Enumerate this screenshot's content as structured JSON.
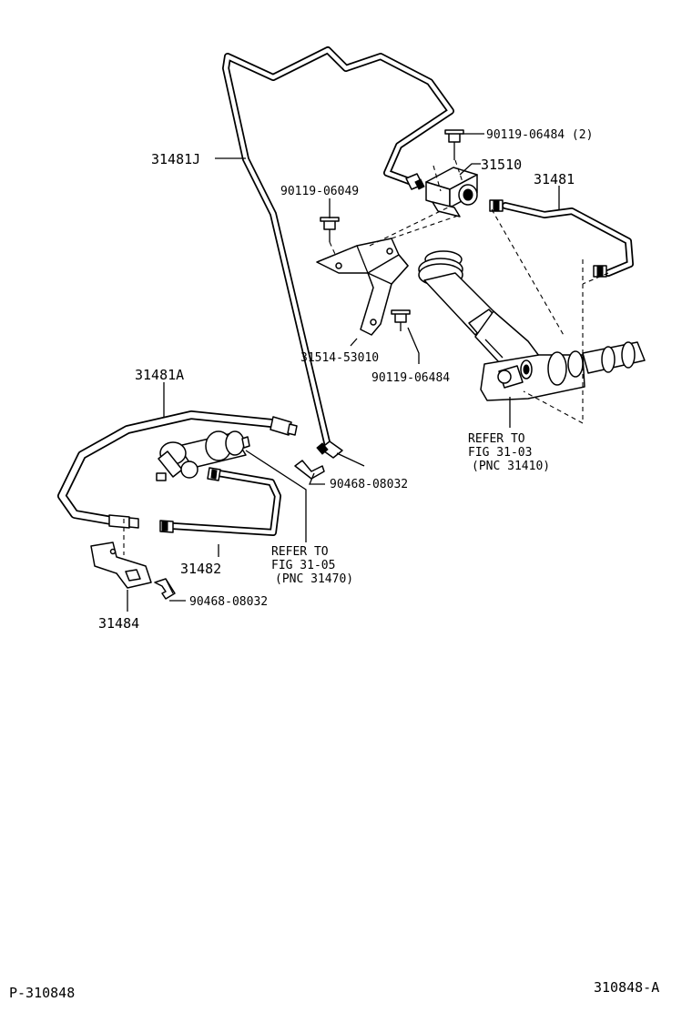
{
  "diagram": {
    "footer_left": "P-310848",
    "footer_right": "310848-A",
    "parts": {
      "p31481J": "31481J",
      "p90119_06484_2": "90119-06484 (2)",
      "p31510": "31510",
      "p31481": "31481",
      "p90119_06049": "90119-06049",
      "p31514_53010": "31514-53010",
      "p90119_06484": "90119-06484",
      "p31481A": "31481A",
      "p90468_08032_a": "90468-08032",
      "p31482": "31482",
      "p90468_08032_b": "90468-08032",
      "p31484": "31484"
    },
    "refer_master": [
      "REFER TO",
      "FIG 31-03",
      "(PNC 31410)"
    ],
    "refer_release": [
      "REFER TO",
      "FIG 31-05",
      "(PNC 31470)"
    ]
  }
}
